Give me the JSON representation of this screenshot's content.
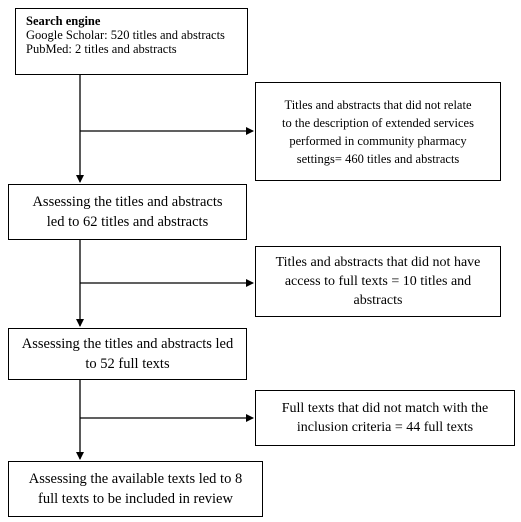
{
  "search_box": {
    "heading": "Search engine",
    "lines": [
      "Google Scholar: 520 titles and abstracts",
      "PubMed: 2 titles and abstracts"
    ]
  },
  "excluded_1": {
    "lines": [
      "Titles and abstracts that did not relate",
      "to the description of extended services",
      "performed in community pharmacy",
      "settings= 460 titles and abstracts"
    ]
  },
  "step_1": {
    "lines": [
      "Assessing the titles and abstracts",
      "led to 62 titles and abstracts"
    ]
  },
  "excluded_2": {
    "lines": [
      "Titles and abstracts that did not have",
      "access to full texts = 10 titles and",
      "abstracts"
    ]
  },
  "step_2": {
    "lines": [
      "Assessing the titles and abstracts led",
      "to 52 full texts"
    ]
  },
  "excluded_3": {
    "lines": [
      "Full texts that did not match with the",
      "inclusion criteria = 44 full texts"
    ]
  },
  "step_3": {
    "lines": [
      "Assessing the available texts led to 8",
      "full texts to be included in review"
    ]
  }
}
